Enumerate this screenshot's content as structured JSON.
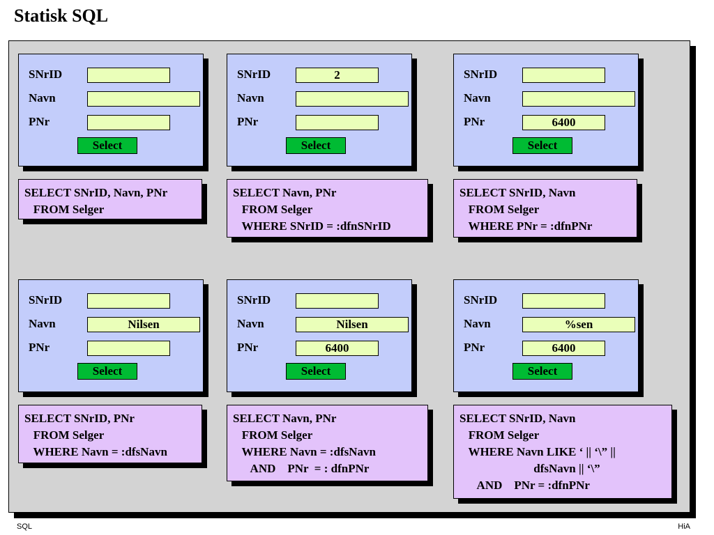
{
  "title": "Statisk SQL",
  "footer": {
    "left": "SQL",
    "right": "HiA"
  },
  "labels": {
    "snrid": "SNrID",
    "navn": "Navn",
    "pnr": "PNr",
    "select": "Select"
  },
  "forms": [
    {
      "snrid": "",
      "navn": "",
      "pnr": ""
    },
    {
      "snrid": "2",
      "navn": "",
      "pnr": ""
    },
    {
      "snrid": "",
      "navn": "",
      "pnr": "6400"
    },
    {
      "snrid": "",
      "navn": "Nilsen",
      "pnr": ""
    },
    {
      "snrid": "",
      "navn": "Nilsen",
      "pnr": "6400"
    },
    {
      "snrid": "",
      "navn": "%sen",
      "pnr": "6400"
    }
  ],
  "queries": [
    [
      "SELECT SNrID, Navn, PNr",
      "   FROM Selger"
    ],
    [
      "SELECT Navn, PNr",
      "   FROM Selger",
      "   WHERE SNrID = :dfnSNrID"
    ],
    [
      "SELECT SNrID, Navn",
      "   FROM Selger",
      "   WHERE PNr = :dfnPNr"
    ],
    [
      "SELECT SNrID, PNr",
      "   FROM Selger",
      "   WHERE Navn = :dfsNavn"
    ],
    [
      "SELECT Navn, PNr",
      "   FROM Selger",
      "   WHERE Navn = :dfsNavn",
      "      AND    PNr  = : dfnPNr"
    ],
    [
      "SELECT SNrID, Navn",
      "   FROM Selger",
      "   WHERE Navn LIKE ‘ || ‘\\” ||",
      "                         dfsNavn || ‘\\”",
      "      AND    PNr = :dfnPNr"
    ]
  ]
}
